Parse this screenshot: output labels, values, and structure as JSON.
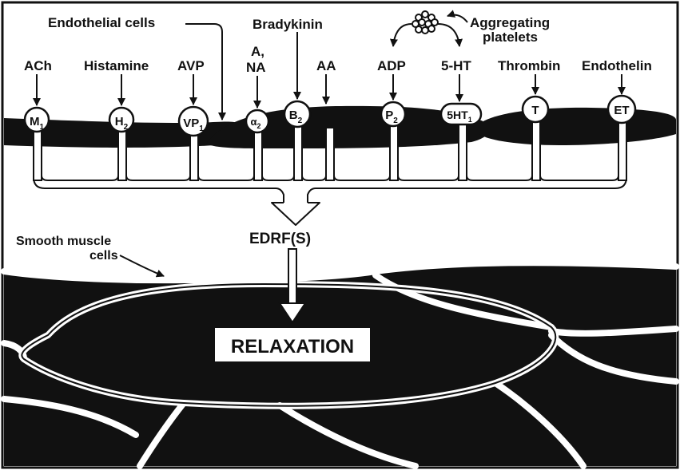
{
  "labels": {
    "endothelial_cells": "Endothelial cells",
    "bradykinin": "Bradykinin",
    "aggregating_platelets_1": "Aggregating",
    "aggregating_platelets_2": "platelets",
    "smooth_muscle_1": "Smooth muscle",
    "smooth_muscle_2": "cells",
    "edrf": "EDRF(S)",
    "relaxation": "RELAXATION"
  },
  "agonists": [
    {
      "label": "ACh"
    },
    {
      "label": "Histamine"
    },
    {
      "label": "AVP"
    },
    {
      "label": "A,",
      "label2": "NA"
    },
    {
      "label": "AA"
    },
    {
      "label": "ADP"
    },
    {
      "label": "5-HT"
    },
    {
      "label": "Thrombin"
    },
    {
      "label": "Endothelin"
    }
  ],
  "receptors": [
    {
      "main": "M",
      "sub": "1"
    },
    {
      "main": "H",
      "sub": "2"
    },
    {
      "main": "VP",
      "sub": "1"
    },
    {
      "main": "α",
      "sub": "2"
    },
    {
      "main": "B",
      "sub": "2"
    },
    {
      "main": "P",
      "sub": "2"
    },
    {
      "main": "5HT",
      "sub": "1"
    },
    {
      "main": "T",
      "sub": ""
    },
    {
      "main": "ET",
      "sub": ""
    }
  ],
  "colors": {
    "ink": "#111111",
    "paper": "#ffffff"
  }
}
